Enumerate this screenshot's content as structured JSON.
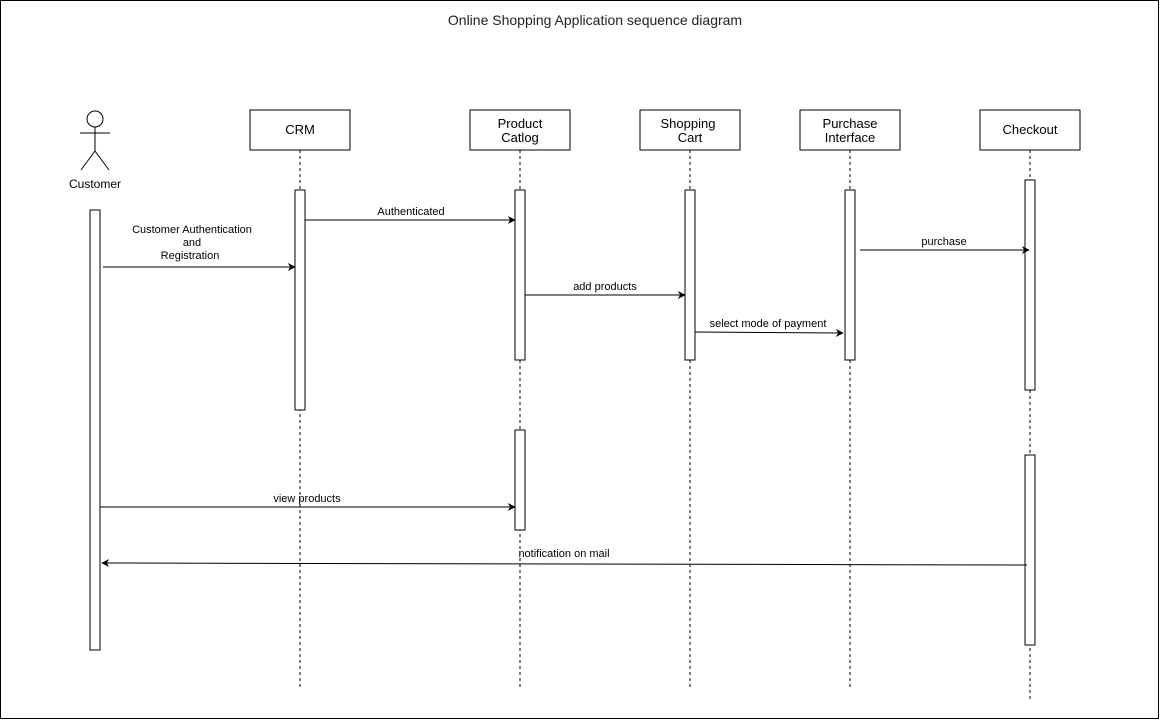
{
  "diagram": {
    "title": "Online Shopping Application sequence diagram",
    "actor": {
      "label": "Customer"
    },
    "participants": [
      {
        "id": "crm",
        "lines": [
          "CRM"
        ]
      },
      {
        "id": "catalog",
        "lines": [
          "Product",
          "Catlog"
        ]
      },
      {
        "id": "cart",
        "lines": [
          "Shopping",
          "Cart"
        ]
      },
      {
        "id": "purchase",
        "lines": [
          "Purchase",
          "Interface"
        ]
      },
      {
        "id": "checkout",
        "lines": [
          "Checkout"
        ]
      }
    ],
    "messages": [
      {
        "id": "authenticated",
        "lines": [
          "Authenticated"
        ]
      },
      {
        "id": "customer-auth",
        "lines": [
          "Customer Authentication",
          "and",
          "Registration"
        ]
      },
      {
        "id": "purchase",
        "lines": [
          "purchase"
        ]
      },
      {
        "id": "add-products",
        "lines": [
          "add products"
        ]
      },
      {
        "id": "select-payment",
        "lines": [
          "select mode of payment"
        ]
      },
      {
        "id": "view-products",
        "lines": [
          "view products"
        ]
      },
      {
        "id": "notification",
        "lines": [
          "notification on mail"
        ]
      }
    ]
  }
}
